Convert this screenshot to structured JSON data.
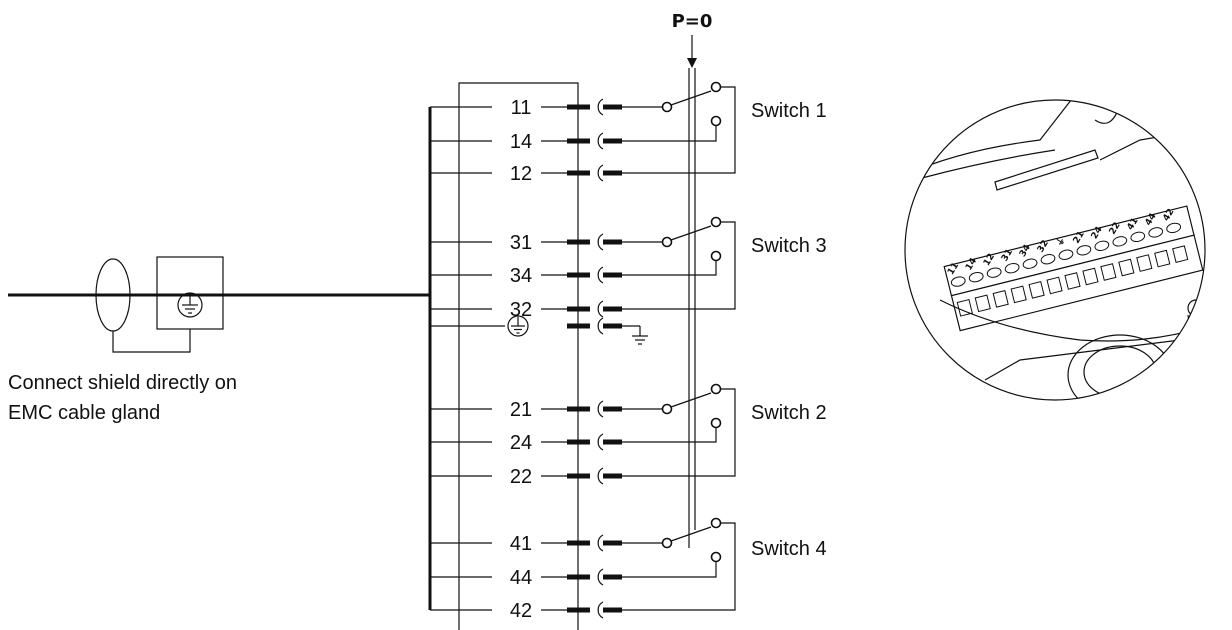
{
  "diagram": {
    "pressure_label": "P=0",
    "shield_note_line1": "Connect shield directly on",
    "shield_note_line2": "EMC cable gland",
    "switches": [
      {
        "label": "Switch 1",
        "terminals": [
          "11",
          "14",
          "12"
        ]
      },
      {
        "label": "Switch 3",
        "terminals": [
          "31",
          "34",
          "32"
        ]
      },
      {
        "label": "Switch 2",
        "terminals": [
          "21",
          "24",
          "22"
        ]
      },
      {
        "label": "Switch 4",
        "terminals": [
          "41",
          "44",
          "42"
        ]
      }
    ],
    "terminal_block_labels": [
      "11",
      "14",
      "12",
      "31",
      "34",
      "32",
      "⏚",
      "21",
      "24",
      "22",
      "41",
      "44",
      "42"
    ]
  },
  "icons": [
    "ground-icon",
    "earth-symbol-icon",
    "shield-ellipse-icon",
    "ground-rake-icon"
  ]
}
